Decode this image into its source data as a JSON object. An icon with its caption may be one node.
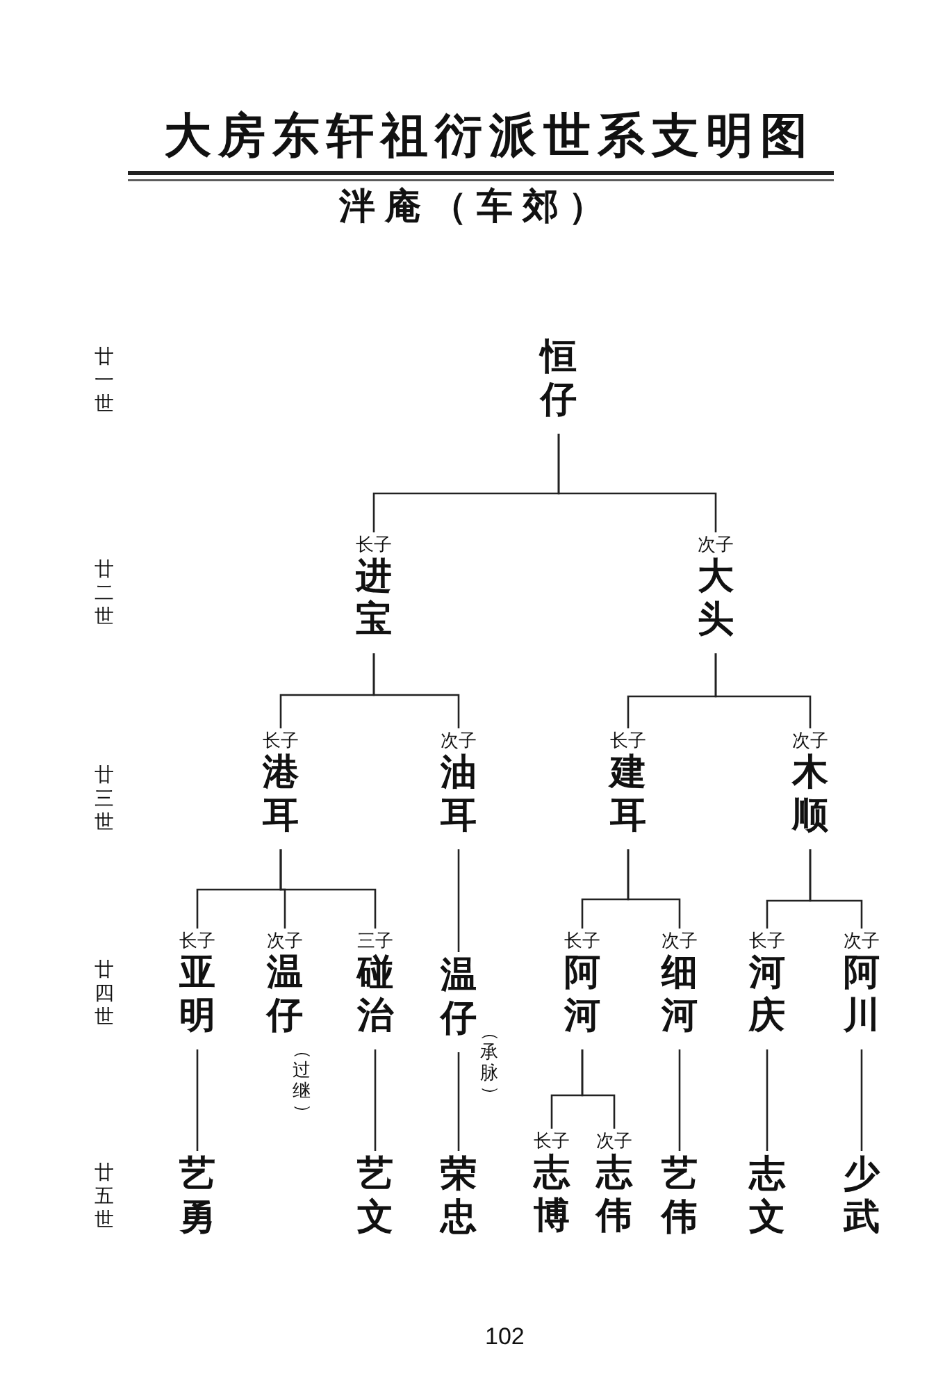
{
  "diagram": {
    "title": "大房东轩祖衍派世系支明图",
    "nodes": [
      {
        "text": [
          "恒仔"
        ]
      },
      {
        "text": [
          "长子",
          "进宝"
        ]
      },
      {
        "text": [
          "次子",
          "大头"
        ]
      },
      {
        "text": [
          "长子",
          "港耳"
        ]
      },
      {
        "text": [
          "次子",
          "油耳"
        ]
      },
      {
        "text": [
          "长子",
          "建耳"
        ]
      },
      {
        "text": [
          "次子",
          "木顺"
        ]
      },
      {
        "text": [
          "长子",
          "亚明"
        ]
      },
      {
        "text": [
          "次子",
          "温仔"
        ],
        "beside": [
          "（过继）"
        ]
      },
      {
        "text": [
          "三子",
          "碰治"
        ]
      },
      {
        "text": [
          "温仔"
        ],
        "beside": [
          "（承脉）"
        ]
      },
      {
        "text": [
          "长子",
          "阿河"
        ]
      },
      {
        "text": [
          "次子",
          "细河"
        ]
      },
      {
        "text": [
          "长子",
          "河庆"
        ]
      },
      {
        "text": [
          "次子",
          "阿川"
        ]
      },
      {
        "text": [
          "艺勇"
        ]
      },
      {
        "text": [
          "艺文"
        ]
      },
      {
        "text": [
          "荣忠"
        ]
      },
      {
        "text": [
          "长子",
          "志博"
        ]
      },
      {
        "text": [
          "次子",
          "志伟"
        ]
      },
      {
        "text": [
          "艺伟"
        ]
      },
      {
        "text": [
          "志文"
        ]
      },
      {
        "text": [
          "少武"
        ]
      }
    ],
    "edges": [
      {
        "from": 0,
        "to": 1,
        "arrow": "none"
      },
      {
        "from": 0,
        "to": 2,
        "arrow": "none"
      },
      {
        "from": 1,
        "to": 3,
        "arrow": "none"
      },
      {
        "from": 1,
        "to": 4,
        "arrow": "none"
      },
      {
        "from": 2,
        "to": 5,
        "arrow": "none"
      },
      {
        "from": 2,
        "to": 6,
        "arrow": "none"
      },
      {
        "from": 3,
        "to": 7,
        "arrow": "none"
      },
      {
        "from": 3,
        "to": 8,
        "arrow": "none"
      },
      {
        "from": 3,
        "to": 9,
        "arrow": "none"
      },
      {
        "from": 4,
        "to": 10,
        "arrow": "none"
      },
      {
        "from": 5,
        "to": 11,
        "arrow": "none"
      },
      {
        "from": 5,
        "to": 12,
        "arrow": "none"
      },
      {
        "from": 6,
        "to": 13,
        "arrow": "none"
      },
      {
        "from": 6,
        "to": 14,
        "arrow": "none"
      },
      {
        "from": 7,
        "to": 15,
        "arrow": "none"
      },
      {
        "from": 9,
        "to": 16,
        "arrow": "none"
      },
      {
        "from": 10,
        "to": 17,
        "arrow": "none"
      },
      {
        "from": 11,
        "to": 18,
        "arrow": "none"
      },
      {
        "from": 11,
        "to": 19,
        "arrow": "none"
      },
      {
        "from": 12,
        "to": 20,
        "arrow": "none"
      },
      {
        "from": 13,
        "to": 21,
        "arrow": "none"
      },
      {
        "from": 14,
        "to": 22,
        "arrow": "none"
      }
    ],
    "labels": [
      "泮庵（车郊）",
      "廿一世",
      "廿二世",
      "廿三世",
      "廿四世",
      "廿五世",
      "102"
    ]
  }
}
